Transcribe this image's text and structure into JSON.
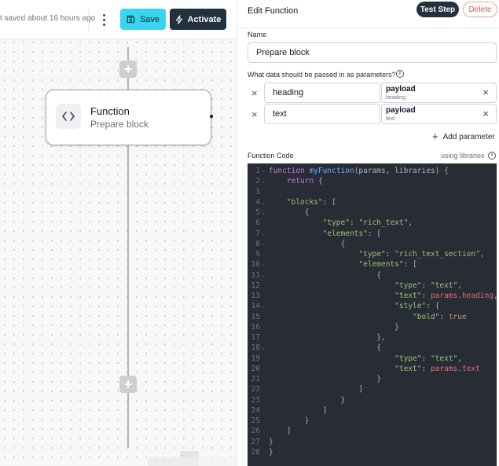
{
  "toolbar": {
    "saved_text": "t saved about 16 hours ago",
    "save_label": "Save",
    "activate_label": "Activate"
  },
  "node": {
    "title": "Function",
    "subtitle": "Prepare block"
  },
  "panel": {
    "title": "Edit Function",
    "test_label": "Test Step",
    "delete_label": "Delete",
    "name_label": "Name",
    "name_value": "Prepare block",
    "params_label": "What data should be passed in as parameters?",
    "params": [
      {
        "key": "heading",
        "value": "payload",
        "value_sub": "heading"
      },
      {
        "key": "text",
        "value": "payload",
        "value_sub": "text"
      }
    ],
    "add_param_label": "Add parameter",
    "code_label": "Function Code",
    "libraries_label": "using libraries"
  },
  "code_lines": [
    [
      {
        "t": "kw",
        "s": "function"
      },
      {
        "t": "",
        "s": " "
      },
      {
        "t": "fn",
        "s": "myFunction"
      },
      {
        "t": "",
        "s": "(params, libraries) {"
      }
    ],
    [
      {
        "t": "",
        "s": "    "
      },
      {
        "t": "kw",
        "s": "return"
      },
      {
        "t": "",
        "s": " {"
      }
    ],
    [],
    [
      {
        "t": "",
        "s": "    "
      },
      {
        "t": "str",
        "s": "\"blocks\""
      },
      {
        "t": "",
        "s": ": ["
      }
    ],
    [
      {
        "t": "",
        "s": "        {"
      }
    ],
    [
      {
        "t": "",
        "s": "            "
      },
      {
        "t": "str",
        "s": "\"type\""
      },
      {
        "t": "",
        "s": ": "
      },
      {
        "t": "str",
        "s": "\"rich_text\""
      },
      {
        "t": "",
        "s": ","
      }
    ],
    [
      {
        "t": "",
        "s": "            "
      },
      {
        "t": "str",
        "s": "\"elements\""
      },
      {
        "t": "",
        "s": ": ["
      }
    ],
    [
      {
        "t": "",
        "s": "                {"
      }
    ],
    [
      {
        "t": "",
        "s": "                    "
      },
      {
        "t": "str",
        "s": "\"type\""
      },
      {
        "t": "",
        "s": ": "
      },
      {
        "t": "str",
        "s": "\"rich_text_section\""
      },
      {
        "t": "",
        "s": ","
      }
    ],
    [
      {
        "t": "",
        "s": "                    "
      },
      {
        "t": "str",
        "s": "\"elements\""
      },
      {
        "t": "",
        "s": ": ["
      }
    ],
    [
      {
        "t": "",
        "s": "                        {"
      }
    ],
    [
      {
        "t": "",
        "s": "                            "
      },
      {
        "t": "str",
        "s": "\"type\""
      },
      {
        "t": "",
        "s": ": "
      },
      {
        "t": "str",
        "s": "\"text\""
      },
      {
        "t": "",
        "s": ","
      }
    ],
    [
      {
        "t": "",
        "s": "                            "
      },
      {
        "t": "str",
        "s": "\"text\""
      },
      {
        "t": "",
        "s": ": "
      },
      {
        "t": "pr",
        "s": "params"
      },
      {
        "t": "",
        "s": "."
      },
      {
        "t": "pr",
        "s": "heading"
      },
      {
        "t": "",
        "s": ","
      }
    ],
    [
      {
        "t": "",
        "s": "                            "
      },
      {
        "t": "str",
        "s": "\"style\""
      },
      {
        "t": "",
        "s": ": {"
      }
    ],
    [
      {
        "t": "",
        "s": "                                "
      },
      {
        "t": "str",
        "s": "\"bold\""
      },
      {
        "t": "",
        "s": ": "
      },
      {
        "t": "bool",
        "s": "true"
      }
    ],
    [
      {
        "t": "",
        "s": "                            }"
      }
    ],
    [
      {
        "t": "",
        "s": "                        },"
      }
    ],
    [
      {
        "t": "",
        "s": "                        {"
      }
    ],
    [
      {
        "t": "",
        "s": "                            "
      },
      {
        "t": "str",
        "s": "\"type\""
      },
      {
        "t": "",
        "s": ": "
      },
      {
        "t": "str",
        "s": "\"text\""
      },
      {
        "t": "",
        "s": ","
      }
    ],
    [
      {
        "t": "",
        "s": "                            "
      },
      {
        "t": "str",
        "s": "\"text\""
      },
      {
        "t": "",
        "s": ": "
      },
      {
        "t": "pr",
        "s": "params"
      },
      {
        "t": "",
        "s": "."
      },
      {
        "t": "pr",
        "s": "text"
      }
    ],
    [
      {
        "t": "",
        "s": "                        }"
      }
    ],
    [
      {
        "t": "",
        "s": "                    ]"
      }
    ],
    [
      {
        "t": "",
        "s": "                }"
      }
    ],
    [
      {
        "t": "",
        "s": "            ]"
      }
    ],
    [
      {
        "t": "",
        "s": "        }"
      }
    ],
    [
      {
        "t": "",
        "s": "    ]"
      }
    ],
    [
      {
        "t": "",
        "s": "}"
      }
    ],
    [
      {
        "t": "",
        "s": "}"
      }
    ]
  ],
  "fold_lines": [
    1,
    2,
    4,
    5,
    7,
    8,
    10,
    11,
    14,
    18
  ],
  "icons": {
    "save": "floppy-disk-icon",
    "activate": "lightning-bolt-icon",
    "node": "code-brackets-icon",
    "kebab": "vertical-dots-icon"
  },
  "colors": {
    "save_button": "#38d4f0",
    "activate_button": "#21313e",
    "code_background": "#282c34",
    "delete_text": "#e05555"
  }
}
